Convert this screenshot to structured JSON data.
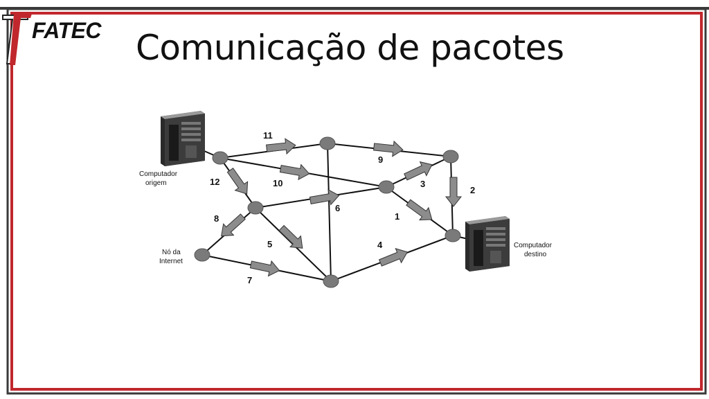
{
  "slide": {
    "logo": "FATEC",
    "title": "Comunicação de pacotes"
  },
  "diagram": {
    "source_caption": [
      "Computador",
      "origem"
    ],
    "destination_caption": [
      "Computador",
      "destino"
    ],
    "internet_node_caption": [
      "Nó da",
      "Internet"
    ],
    "route_labels": {
      "r1": "1",
      "r2": "2",
      "r3": "3",
      "r4": "4",
      "r5": "5",
      "r6": "6",
      "r7": "7",
      "r8": "8",
      "r9": "9",
      "r10": "10",
      "r11": "11",
      "r12": "12"
    },
    "colors": {
      "frame_red": "#c0282d",
      "node_gray": "#7a7a7a",
      "arrow_gray": "#8c8c8c"
    }
  }
}
